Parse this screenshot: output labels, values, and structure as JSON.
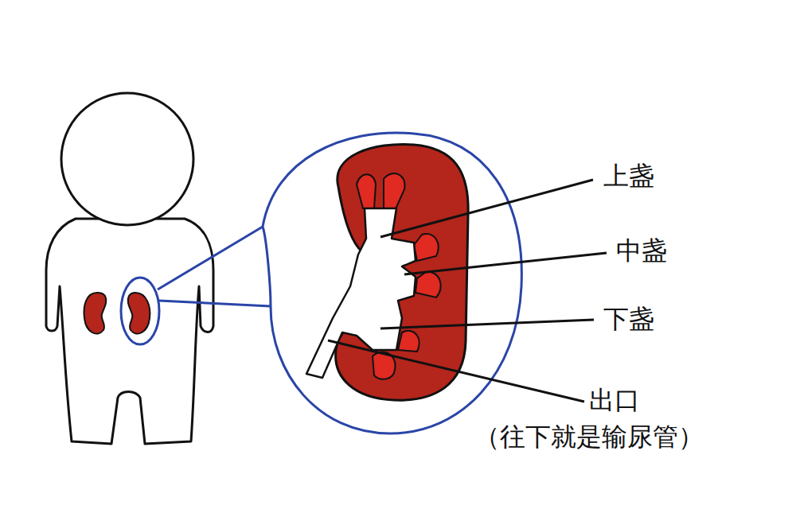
{
  "diagram": {
    "labels": [
      "上盏",
      "中盏",
      "下盏",
      "出口",
      "（往下就是输尿管）"
    ]
  }
}
